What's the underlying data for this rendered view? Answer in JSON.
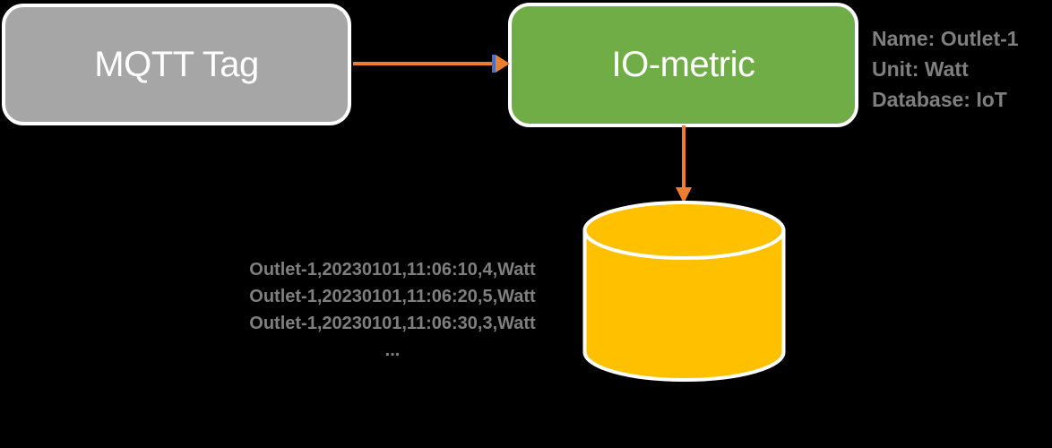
{
  "colors": {
    "background": "#000000",
    "node_gray_fill": "#a6a6a6",
    "node_green_fill": "#70ad47",
    "cylinder_fill": "#ffc000",
    "arrow_orange": "#ed7d31",
    "arrowhead_accent_blue": "#4472c4",
    "annotation_text_gray": "#7f7f7f",
    "node_text_white": "#ffffff",
    "node_border_white": "#ffffff"
  },
  "nodes": {
    "mqtt_tag": {
      "label": "MQTT Tag"
    },
    "io_metric": {
      "label": "IO-metric"
    }
  },
  "annotations": {
    "metric_properties": {
      "lines": [
        "Name: Outlet-1",
        "Unit: Watt",
        "Database: IoT"
      ]
    },
    "data_records": {
      "lines": [
        "Outlet-1,20230101,11:06:10,4,Watt",
        "Outlet-1,20230101,11:06:20,5,Watt",
        "Outlet-1,20230101,11:06:30,3,Watt",
        "..."
      ]
    }
  }
}
